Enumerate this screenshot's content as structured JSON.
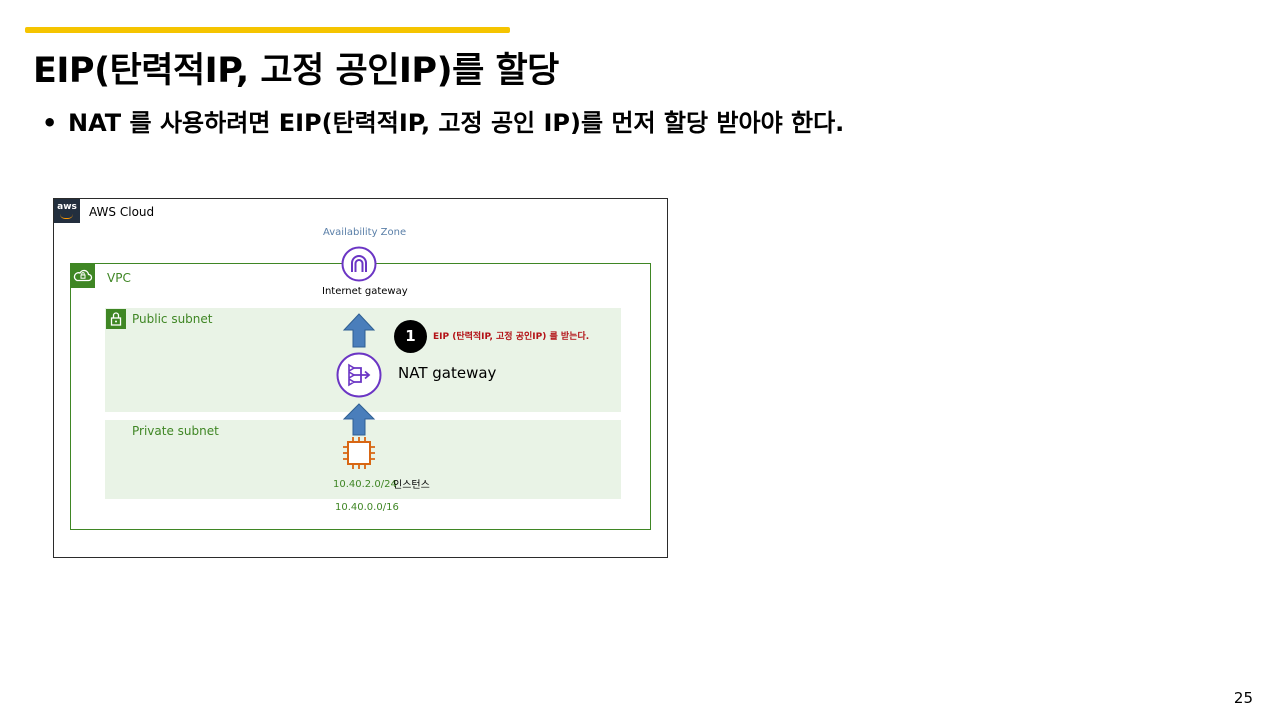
{
  "slide": {
    "title": "EIP(탄력적IP, 고정 공인IP)를 할당",
    "bullet_symbol": "•",
    "bullet_text": "NAT 를 사용하려면 EIP(탄력적IP, 고정 공인 IP)를  먼저 할당 받아야 한다.",
    "page_number": "25",
    "accent_color": "#f5c400"
  },
  "diagram": {
    "cloud_label": "AWS Cloud",
    "aws_logo_text": "aws",
    "availability_zone_label": "Availability Zone",
    "vpc_label": "VPC",
    "vpc_cidr": "10.40.0.0/16",
    "public_subnet_label": "Public subnet",
    "private_subnet_label": "Private subnet",
    "private_subnet_cidr": "10.40.2.0/24",
    "internet_gateway_label": "Internet gateway",
    "nat_gateway_label": "NAT gateway",
    "instance_label": "인스턴스",
    "step_number": "1",
    "eip_annotation": "EIP (탄력적IP, 고정 공인IP) 를 받는다.",
    "colors": {
      "vpc_green": "#3f8624",
      "subnet_fill": "#e9f3e6",
      "gateway_purple": "#6b35c4",
      "instance_orange": "#d86613",
      "arrow_blue": "#4a7ebb",
      "annotation_red": "#b31217",
      "az_blue": "#5a7fa8"
    },
    "icons": [
      "aws-logo",
      "vpc-cloud-icon",
      "lock-icon",
      "internet-gateway-icon",
      "nat-gateway-icon",
      "ec2-instance-icon",
      "up-arrow-icon"
    ]
  }
}
